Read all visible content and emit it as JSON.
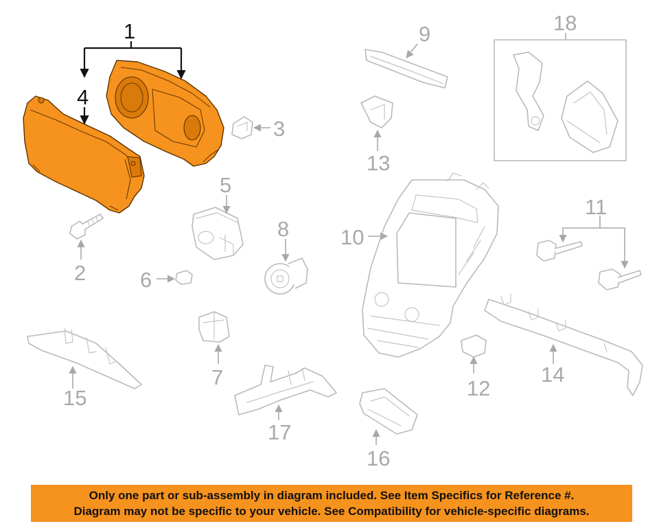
{
  "diagram": {
    "callouts": {
      "c1": "1",
      "c2": "2",
      "c3": "3",
      "c4": "4",
      "c5": "5",
      "c6": "6",
      "c7": "7",
      "c8": "8",
      "c9": "9",
      "c10": "10",
      "c11": "11",
      "c12": "12",
      "c13": "13",
      "c14": "14",
      "c15": "15",
      "c16": "16",
      "c17": "17",
      "c18": "18"
    },
    "highlight_color": "#f6921e",
    "line_color": "#b9b9b9",
    "highlighted_parts": [
      "1",
      "4"
    ]
  },
  "banner": {
    "line1": "Only one part or sub-assembly in diagram included. See Item Specifics for Reference #.",
    "line2": "Diagram may not be specific to your vehicle. See Compatibility for vehicle-specific diagrams.",
    "background": "#f6921e"
  }
}
